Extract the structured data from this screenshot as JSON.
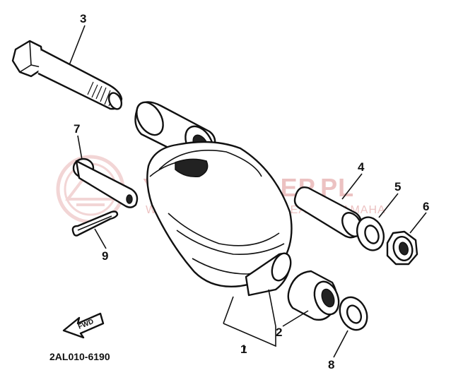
{
  "diagram": {
    "callouts": [
      "1",
      "2",
      "3",
      "4",
      "5",
      "6",
      "7",
      "8",
      "9"
    ],
    "fwd_label": "FWD",
    "part_code": "2AL010-6190"
  },
  "watermark": {
    "main": "YAMA-SKLEP.PL",
    "sub": "WIELOHURTOWNICZY DEALER YAMAHA"
  },
  "colors": {
    "line": "#111111",
    "watermark": "#e8b3b3",
    "background": "#ffffff"
  }
}
